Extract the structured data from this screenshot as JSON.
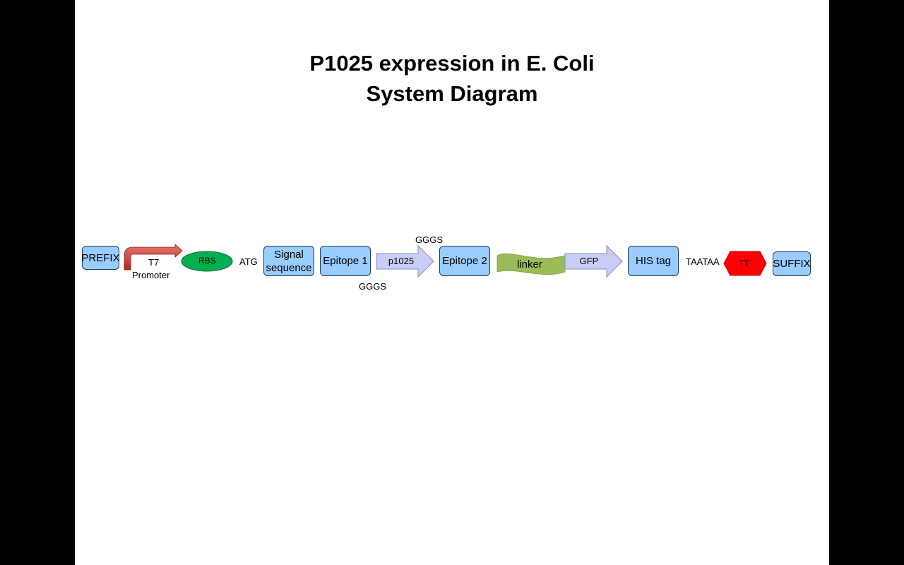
{
  "title": {
    "line1": "P1025 expression in E. Coli",
    "line2": "System Diagram"
  },
  "parts": {
    "prefix": "PREFIX",
    "promoter_top": "T7",
    "promoter_bottom": "Promoter",
    "rbs": "RBS",
    "atg": "ATG",
    "signal_line1": "Signal",
    "signal_line2": "sequence",
    "epitope1": "Epitope 1",
    "gggs_below": "GGGS",
    "p1025": "p1025",
    "gggs_above": "GGGS",
    "epitope2": "Epitope 2",
    "linker": "linker",
    "gfp": "GFP",
    "his_tag": "HIS tag",
    "stop": "TAATAA",
    "terminator": "TT",
    "suffix": "SUFFIX"
  },
  "colors": {
    "box_fill": "#99ccff",
    "rbs_fill": "#00b050",
    "arrow_fill": "#c9cdf5",
    "linker_fill": "#9bbb59",
    "terminator_fill": "#ff0000",
    "promoter_fill": "#c0392b"
  }
}
